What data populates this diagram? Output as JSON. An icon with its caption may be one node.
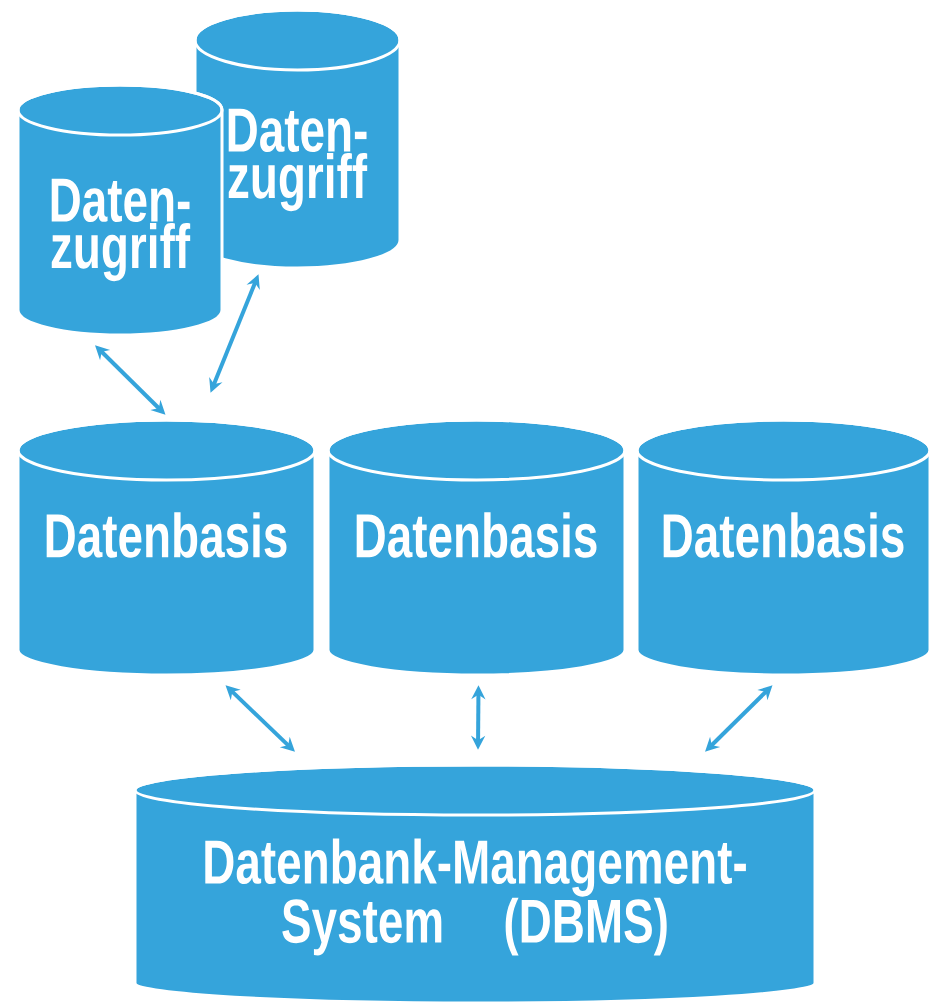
{
  "diagram": {
    "nodes": [
      {
        "text": [
          "Daten- zugriff"
        ]
      },
      {
        "text": [
          "Daten- zugriff"
        ]
      },
      {
        "text": [
          "Datenbasis"
        ]
      },
      {
        "text": [
          "Datenbasis"
        ]
      },
      {
        "text": [
          "Datenbasis"
        ]
      },
      {
        "text": [
          "Datenbank-Management- System (DBMS)"
        ]
      }
    ],
    "edges": [
      {
        "from": 0,
        "to": 2,
        "arrow": "both"
      },
      {
        "from": 1,
        "to": 2,
        "arrow": "both"
      },
      {
        "from": 2,
        "to": 5,
        "arrow": "both"
      },
      {
        "from": 3,
        "to": 5,
        "arrow": "both"
      },
      {
        "from": 4,
        "to": 5,
        "arrow": "both"
      }
    ]
  }
}
